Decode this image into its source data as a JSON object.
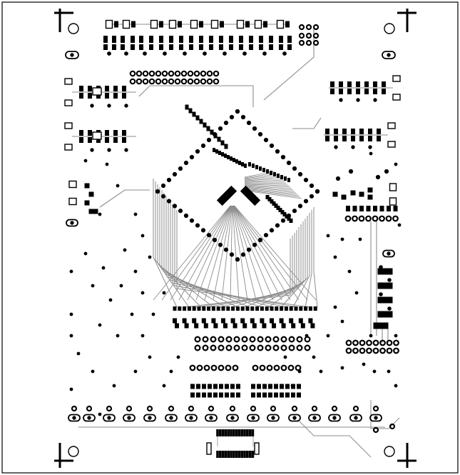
{
  "board": {
    "view": "pcb-layout-bottom-copper",
    "colors": {
      "background": "#ffffff",
      "copper": "#000000",
      "trace": "#8c8c8c",
      "outline": "#000000"
    },
    "corner_markers": [
      "fiducial-top-left",
      "fiducial-top-right",
      "fiducial-bottom-left",
      "fiducial-bottom-right"
    ],
    "regions": [
      "top-connector-row",
      "left-upper-circuit-block",
      "left-middle-circuit-block",
      "left-lower-circuit-block",
      "right-upper-circuit-block",
      "right-middle-circuit-block",
      "right-side-header",
      "central-processor-diamond",
      "lower-resistor-array",
      "lower-pin-header-rows",
      "bottom-screw-terminal-row",
      "bottom-edge-connector"
    ]
  }
}
